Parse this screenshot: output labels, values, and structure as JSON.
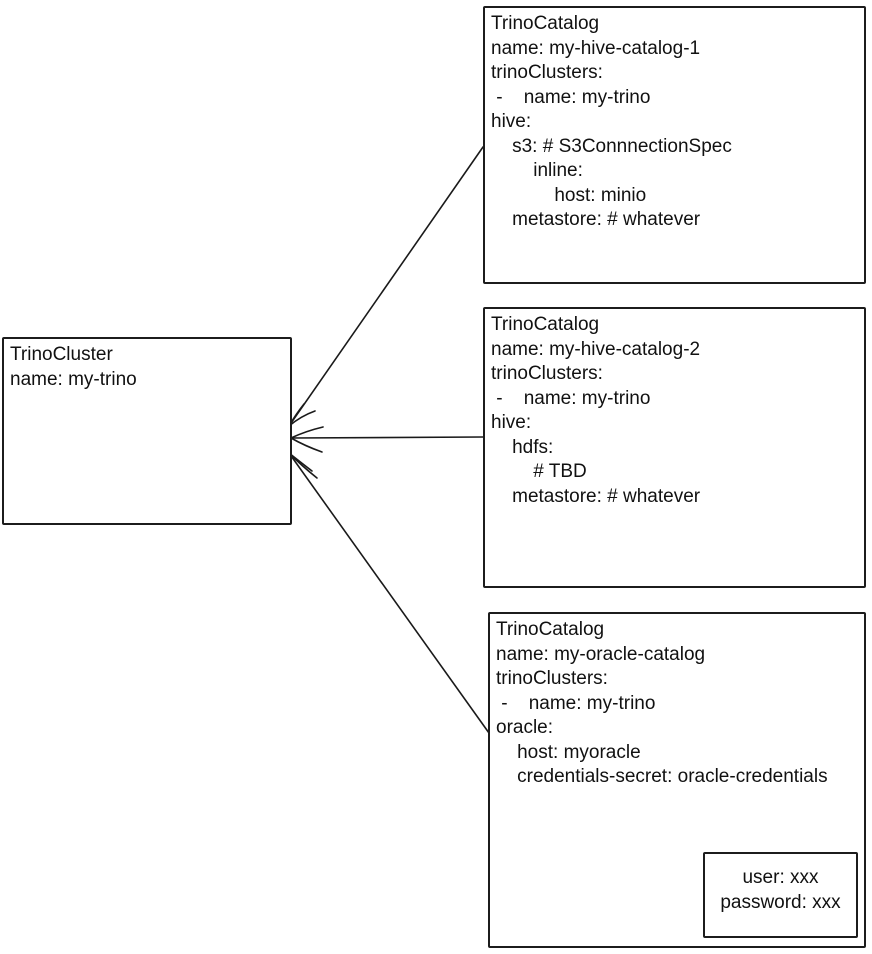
{
  "cluster": {
    "lines": [
      "TrinoCluster",
      "name: my-trino"
    ]
  },
  "catalogs": [
    {
      "lines": [
        "TrinoCatalog",
        "name: my-hive-catalog-1",
        "trinoClusters:",
        " -    name: my-trino",
        "hive:",
        "    s3: # S3ConnnectionSpec",
        "        inline:",
        "            host: minio",
        "    metastore: # whatever"
      ]
    },
    {
      "lines": [
        "TrinoCatalog",
        "name: my-hive-catalog-2",
        "trinoClusters:",
        " -    name: my-trino",
        "hive:",
        "    hdfs:",
        "        # TBD",
        "    metastore: # whatever"
      ]
    },
    {
      "lines": [
        "TrinoCatalog",
        "name: my-oracle-catalog",
        "trinoClusters:",
        " -    name: my-trino",
        "oracle:",
        "    host: myoracle",
        "    credentials-secret: oracle-credentials"
      ]
    }
  ],
  "secret": {
    "lines": [
      "user: xxx",
      "password: xxx"
    ]
  },
  "colors": {
    "ink": "#1a1a1a",
    "background": "#ffffff"
  }
}
